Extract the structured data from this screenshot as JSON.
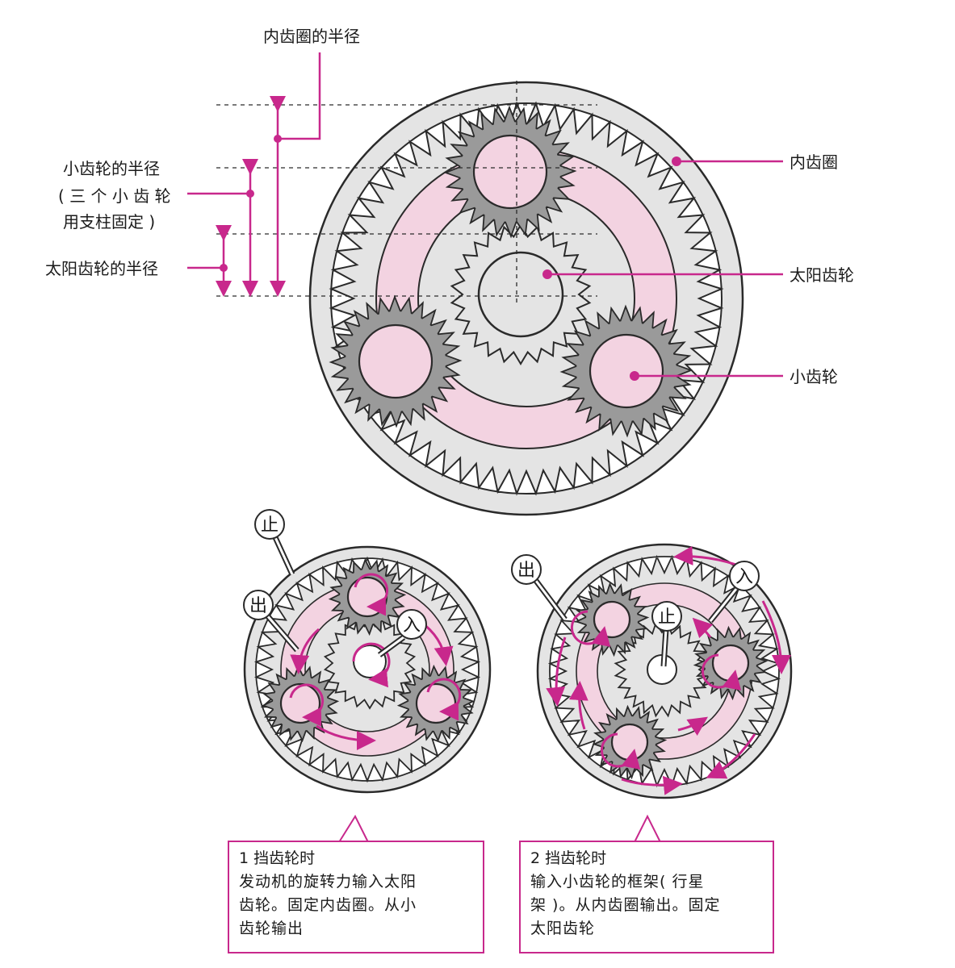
{
  "colors": {
    "accent": "#c8288c",
    "gear_dark": "#9a9a9a",
    "ring_gray": "#e4e4e4",
    "carrier_pink": "#f3d3e1",
    "line": "#2a2a2a"
  },
  "top_diagram": {
    "labels": {
      "ring_radius": "内齿圈的半径",
      "planet_radius_line1": "小齿轮的半径",
      "planet_radius_line2": "( 三 个 小 齿 轮",
      "planet_radius_line3": "用支柱固定 )",
      "sun_radius": "太阳齿轮的半径",
      "ring_gear": "内齿圈",
      "sun_gear": "太阳齿轮",
      "planet_gear": "小齿轮"
    }
  },
  "bottom_diagrams": {
    "gear1": {
      "badge_stop": "止",
      "badge_out": "出",
      "badge_in": "入",
      "caption_title": "1 挡齿轮时",
      "caption_line1": "发动机的旋转力输入太阳",
      "caption_line2": "齿轮。固定内齿圈。从小",
      "caption_line3": "齿轮输出"
    },
    "gear2": {
      "badge_out": "出",
      "badge_in": "入",
      "badge_stop": "止",
      "caption_title": "2 挡齿轮时",
      "caption_line1": "输入小齿轮的框架( 行星",
      "caption_line2": "架 )。从内齿圈输出。固定",
      "caption_line3": "太阳齿轮"
    }
  }
}
